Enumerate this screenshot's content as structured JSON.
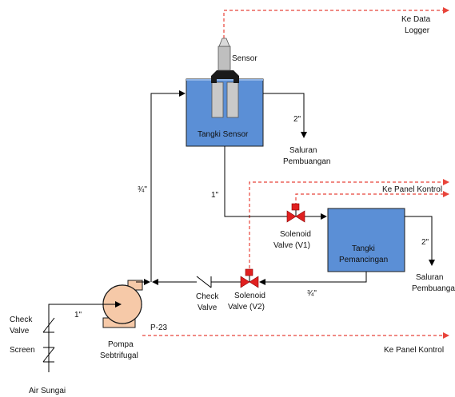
{
  "labels": {
    "sensor": "Sensor",
    "data_logger_line1": "Ke Data",
    "data_logger_line2": "Logger",
    "tank_sensor": "Tangki Sensor",
    "size_2in_a": "2\"",
    "drain_a_line1": "Saluran",
    "drain_a_line2": "Pembuangan",
    "size_3q_vertical": "¾\"",
    "size_1in_a": "1\"",
    "panel_top": "Ke Panel Kontrol",
    "solenoid1_line1": "Solenoid",
    "solenoid1_line2": "Valve (V1)",
    "tank_fishing_line1": "Tangki",
    "tank_fishing_line2": "Pemancingan",
    "size_2in_b": "2\"",
    "drain_b_line1": "Saluran",
    "drain_b_line2": "Pembuangan",
    "size_3q_horizontal": "¾\"",
    "check_valve_line1": "Check",
    "check_valve_line2": "Valve",
    "solenoid2_line1": "Solenoid",
    "solenoid2_line2": "Valve (V2)",
    "size_1in_b": "1\"",
    "left_check_line1": "Check",
    "left_check_line2": "Valve",
    "screen": "Screen",
    "pump_line1": "Pompa",
    "pump_line2": "Sebtrifugal",
    "pump_tag": "P-23",
    "panel_bottom": "Ke Panel Kontrol",
    "river": "Air Sungai"
  },
  "colors": {
    "water": "#5b8fd6",
    "signal_line": "#e8443a",
    "valve": "#e02020",
    "pump": "#f6c9a8",
    "sensor_body": "#bfbfbf"
  }
}
